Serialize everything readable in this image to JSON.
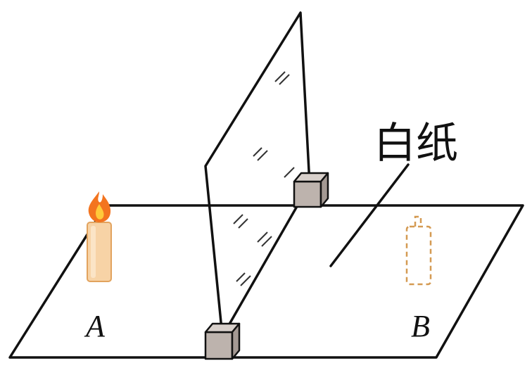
{
  "labels": {
    "point_a": "A",
    "point_b": "B",
    "paper": "白纸"
  },
  "icons": {
    "candle": "candle-icon",
    "flame": "flame-icon",
    "image_candle": "dashed-candle-outline-icon",
    "support_block": "cube-block-icon"
  },
  "colors": {
    "line": "#111111",
    "block_face": "#bdb3ad",
    "block_top": "#d8d0cb",
    "block_side": "#a49993",
    "candle_body": "#f7d3a6",
    "candle_stroke": "#e2a35e",
    "flame_outer": "#f3741f",
    "flame_inner": "#ffc93a",
    "image_dash": "#d49a52",
    "glass_mark": "#333333"
  }
}
